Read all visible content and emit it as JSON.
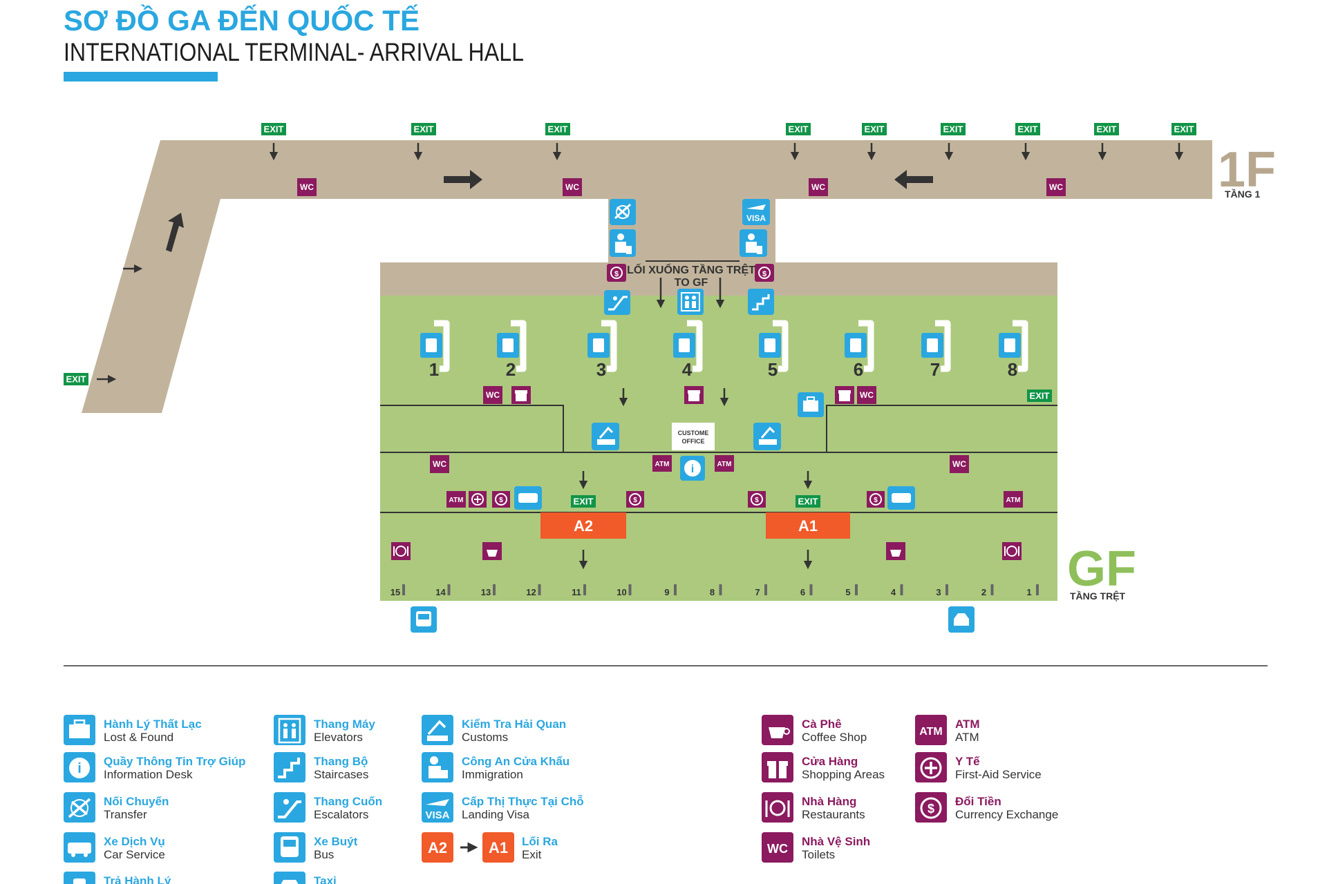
{
  "header": {
    "title_vi": "SƠ ĐỒ GA ĐẾN QUỐC TẾ",
    "title_en": "INTERNATIONAL TERMINAL- ARRIVAL HALL"
  },
  "colors": {
    "accent_blue": "#2aa7e0",
    "corridor_tan": "#c2b49c",
    "hall_green": "#acc97e",
    "purple": "#8b1a5f",
    "exit_green": "#119447",
    "gate_orange": "#f15a29"
  },
  "floors": {
    "first": {
      "big": "1F",
      "small": "TẦNG 1"
    },
    "ground": {
      "big": "GF",
      "small": "TẦNG TRỆT"
    }
  },
  "labels": {
    "exit": "EXIT",
    "wc": "WC",
    "atm": "ATM",
    "stair_vi": "LỐI XUỐNG TẦNG TRỆT",
    "stair_en": "TO GF",
    "customs_office_1": "CUSTOME",
    "customs_office_2": "OFFICE",
    "gate_a2": "A2",
    "gate_a1": "A1"
  },
  "belts": [
    "1",
    "2",
    "3",
    "4",
    "5",
    "6",
    "7",
    "8"
  ],
  "doors": [
    "15",
    "14",
    "13",
    "12",
    "11",
    "10",
    "9",
    "8",
    "7",
    "6",
    "5",
    "4",
    "3",
    "2",
    "1"
  ],
  "legend": {
    "col1": [
      {
        "vi": "Hành Lý Thất Lạc",
        "en": "Lost & Found",
        "icon": "briefcase-icon"
      },
      {
        "vi": "Quầy Thông Tin Trợ Giúp",
        "en": "Information Desk",
        "icon": "info-icon"
      },
      {
        "vi": "Nối Chuyến",
        "en": "Transfer",
        "icon": "transfer-plane-icon"
      },
      {
        "vi": "Xe Dịch Vụ",
        "en": "Car Service",
        "icon": "van-icon"
      },
      {
        "vi": "Trả Hành Lý",
        "en": "",
        "icon": "baggage-claim-icon"
      }
    ],
    "col2": [
      {
        "vi": "Thang Máy",
        "en": "Elevators",
        "icon": "elevator-icon"
      },
      {
        "vi": "Thang Bộ",
        "en": "Staircases",
        "icon": "stairs-icon"
      },
      {
        "vi": "Thang Cuốn",
        "en": "Escalators",
        "icon": "escalator-icon"
      },
      {
        "vi": "Xe Buýt",
        "en": "Bus",
        "icon": "bus-icon"
      },
      {
        "vi": "Taxi",
        "en": "",
        "icon": "taxi-icon"
      }
    ],
    "col3": [
      {
        "vi": "Kiểm Tra Hải Quan",
        "en": "Customs",
        "icon": "customs-icon"
      },
      {
        "vi": "Công An Cửa Khẩu",
        "en": "Immigration",
        "icon": "immigration-icon"
      },
      {
        "vi": "Cấp Thị Thực Tại Chỗ",
        "en": "Landing Visa",
        "icon": "visa-icon"
      },
      {
        "vi": "Lối Ra",
        "en": "Exit",
        "icon": "exit-gates-icon"
      }
    ],
    "col4": [
      {
        "vi": "Cà Phê",
        "en": "Coffee Shop",
        "icon": "coffee-icon"
      },
      {
        "vi": "Cửa Hàng",
        "en": "Shopping Areas",
        "icon": "gift-icon"
      },
      {
        "vi": "Nhà Hàng",
        "en": "Restaurants",
        "icon": "restaurant-icon"
      },
      {
        "vi": "Nhà Vệ Sinh",
        "en": "Toilets",
        "icon": "wc-icon"
      }
    ],
    "col5": [
      {
        "vi": "ATM",
        "en": "ATM",
        "icon": "atm-icon"
      },
      {
        "vi": "Y Tế",
        "en": "First-Aid Service",
        "icon": "first-aid-icon"
      },
      {
        "vi": "Đổi Tiền",
        "en": "Currency Exchange",
        "icon": "exchange-icon"
      }
    ]
  }
}
